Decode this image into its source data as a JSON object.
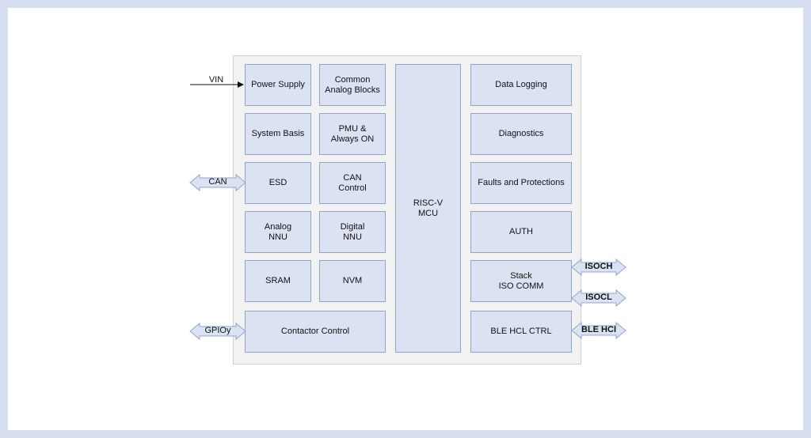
{
  "blocks": {
    "power_supply": "Power Supply",
    "common_analog": "Common\nAnalog Blocks",
    "system_basis": "System Basis",
    "pmu": "PMU &\nAlways ON",
    "esd": "ESD",
    "can_control": "CAN\nControl",
    "analog_nnu": "Analog\nNNU",
    "digital_nnu": "Digital\nNNU",
    "sram": "SRAM",
    "nvm": "NVM",
    "contactor": "Contactor Control",
    "mcu": "RISC-V\nMCU",
    "data_logging": "Data Logging",
    "diagnostics": "Diagnostics",
    "faults": "Faults and Protections",
    "auth": "AUTH",
    "stack_iso": "Stack\nISO COMM",
    "ble_hcl": "BLE HCL CTRL"
  },
  "signals": {
    "vin": "VIN",
    "can": "CAN",
    "gpio": "GPIOy",
    "isoch": "ISOCH",
    "isocl": "ISOCL",
    "ble_hci": "BLE HCI"
  },
  "colors": {
    "block_fill": "#dbe3f3",
    "block_border": "#8fa5cc",
    "arrow_fill": "#dbe3f3",
    "chip_fill": "#f2f2f2",
    "page_border": "#d6def0"
  }
}
